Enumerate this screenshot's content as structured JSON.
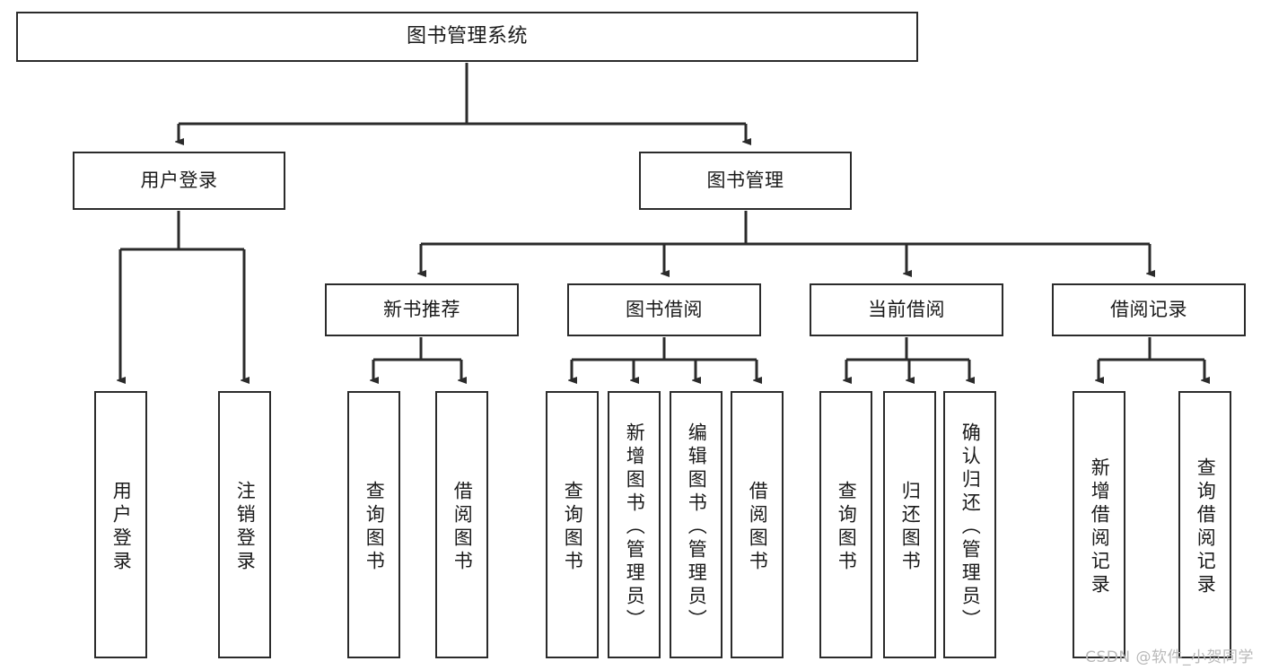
{
  "diagram": {
    "title": "图书管理系统",
    "watermark": "CSDN @软件_小贺同学",
    "stroke_color": "#2b2b2b",
    "fill_color": "#ffffff",
    "text_color": "#1a1a1a",
    "watermark_color": "#b9b9b9"
  },
  "nodes": {
    "root": {
      "label": "图书管理系统",
      "level": 1
    },
    "level2": [
      {
        "id": "user-login",
        "label": "用户登录"
      },
      {
        "id": "book-manage",
        "label": "图书管理"
      }
    ],
    "level3": [
      {
        "id": "new-book-recommend",
        "label": "新书推荐"
      },
      {
        "id": "book-borrow",
        "label": "图书借阅"
      },
      {
        "id": "current-borrow",
        "label": "当前借阅"
      },
      {
        "id": "borrow-record",
        "label": "借阅记录"
      }
    ],
    "leaves": {
      "user_login": [
        {
          "id": "leaf-user-login",
          "label": "用户登录"
        },
        {
          "id": "leaf-logout",
          "label": "注销登录"
        }
      ],
      "new_book_recommend": [
        {
          "id": "leaf-query-book-1",
          "label": "查询图书"
        },
        {
          "id": "leaf-borrow-book-1",
          "label": "借阅图书"
        }
      ],
      "book_borrow": [
        {
          "id": "leaf-query-book-2",
          "label": "查询图书"
        },
        {
          "id": "leaf-add-book",
          "label": "新增图书（管理员）"
        },
        {
          "id": "leaf-edit-book",
          "label": "编辑图书（管理员）"
        },
        {
          "id": "leaf-borrow-book-2",
          "label": "借阅图书"
        }
      ],
      "current_borrow": [
        {
          "id": "leaf-query-book-3",
          "label": "查询图书"
        },
        {
          "id": "leaf-return-book",
          "label": "归还图书"
        },
        {
          "id": "leaf-confirm-return",
          "label": "确认归还（管理员）"
        }
      ],
      "borrow_record": [
        {
          "id": "leaf-add-record",
          "label": "新增借阅记录"
        },
        {
          "id": "leaf-query-record",
          "label": "查询借阅记录"
        }
      ]
    }
  }
}
